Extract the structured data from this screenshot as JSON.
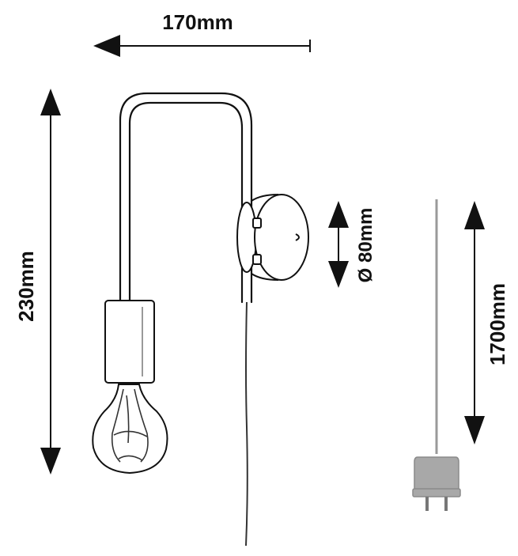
{
  "dimensions": {
    "width_label": "170mm",
    "height_label": "230mm",
    "base_diameter_label": "Ø 80mm",
    "cable_length_label": "1700mm"
  },
  "colors": {
    "line": "#111111",
    "cable_gray": "#9a9a9a",
    "plug_fill": "#a8a8a8",
    "bulb_filament": "#333333"
  }
}
